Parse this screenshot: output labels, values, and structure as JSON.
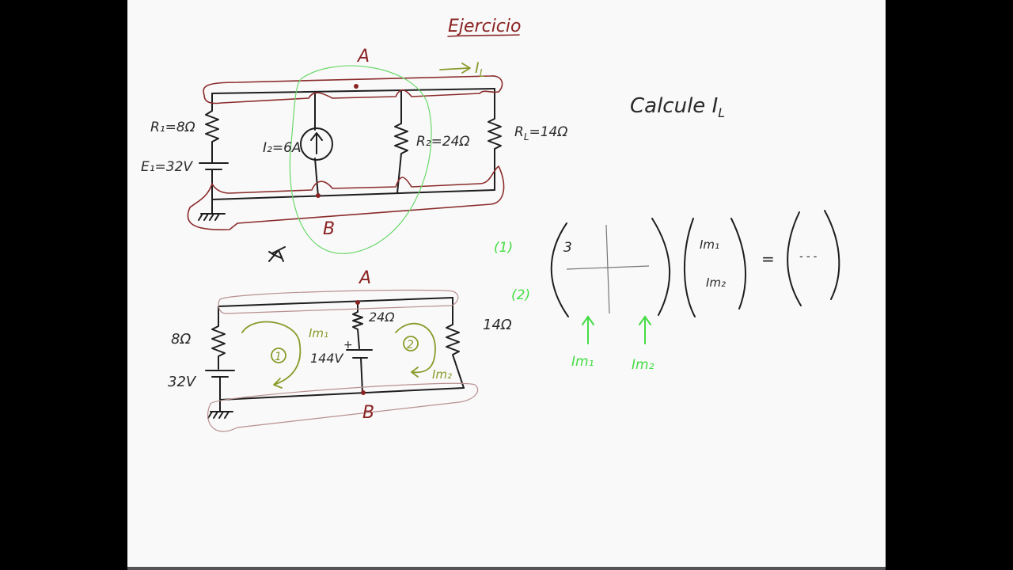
{
  "title": "Ejercicio",
  "task": "Calcule I",
  "task_sub": "L",
  "circuit1": {
    "node_a": "A",
    "node_b": "B",
    "r1": "R₁=8Ω",
    "e1": "E₁=32V",
    "i2": "I₂=6A",
    "r2": "R₂=24Ω",
    "rl": "R",
    "rl_sub": "L",
    "rl_val": "=14Ω",
    "il": "I",
    "il_sub": "L"
  },
  "circuit2": {
    "node_a": "A",
    "node_b": "B",
    "r_left": "8Ω",
    "v_left": "32V",
    "r_mid": "24Ω",
    "v_mid": "144V",
    "plus": "+",
    "r_right": "14Ω",
    "loop1": "1",
    "loop2": "2",
    "im1": "Im₁",
    "im2": "Im₂"
  },
  "matrix": {
    "row1_tag": "(1)",
    "row2_tag": "(2)",
    "entry": "3",
    "vec1": "Im₁",
    "vec2": "Im₂",
    "equals": "=",
    "rhs": "- - -",
    "col1": "Im₁",
    "col2": "Im₂"
  }
}
